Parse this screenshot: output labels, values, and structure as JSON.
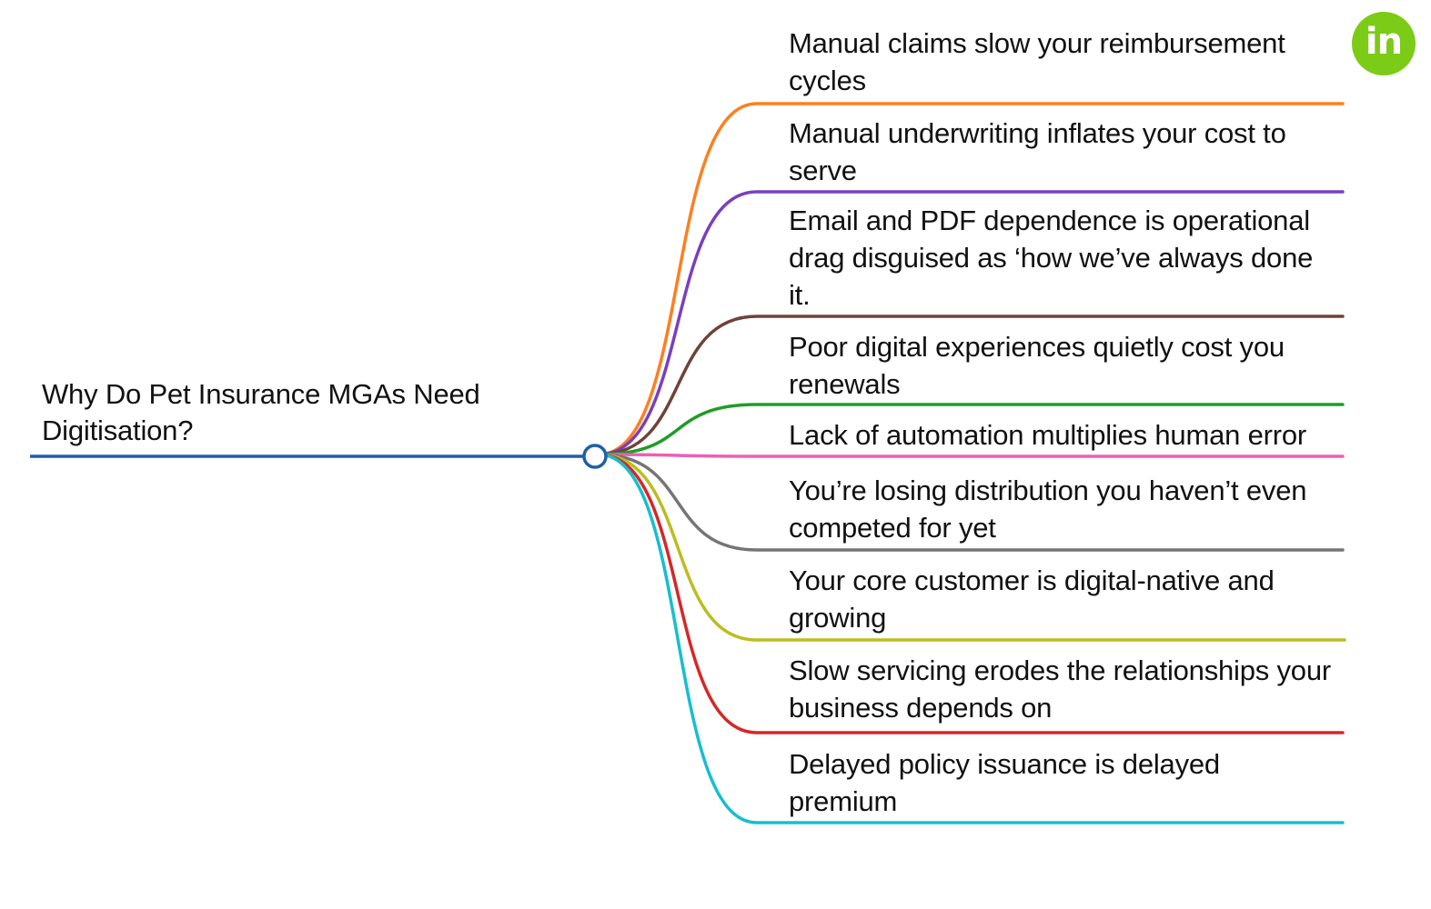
{
  "root": {
    "title": "Why Do Pet Insurance MGAs Need Digitisation?",
    "line_color": "#1f5fa8"
  },
  "logo": {
    "text": "in",
    "color": "#7ccb16",
    "icon": "brand-logo-icon"
  },
  "branches": [
    {
      "label": "Manual claims slow your reimbursement cycles",
      "color": "#ff7f1e"
    },
    {
      "label": "Manual underwriting inflates your cost to serve",
      "color": "#7a3fbf"
    },
    {
      "label": "Email and PDF dependence is operational drag disguised as ‘how we’ve always done it.",
      "color": "#6e4338"
    },
    {
      "label": "Poor digital experiences quietly cost you renewals",
      "color": "#1f9d26"
    },
    {
      "label": "Lack of automation multiplies human error",
      "color": "#ee5fb4"
    },
    {
      "label": "You’re losing distribution you haven’t even competed for yet",
      "color": "#757575"
    },
    {
      "label": "Your core customer is digital-native and growing",
      "color": "#bcbd22"
    },
    {
      "label": "Slow servicing erodes the relationships your business depends on",
      "color": "#d62728"
    },
    {
      "label": "Delayed policy issuance is delayed premium",
      "color": "#17becf"
    }
  ]
}
